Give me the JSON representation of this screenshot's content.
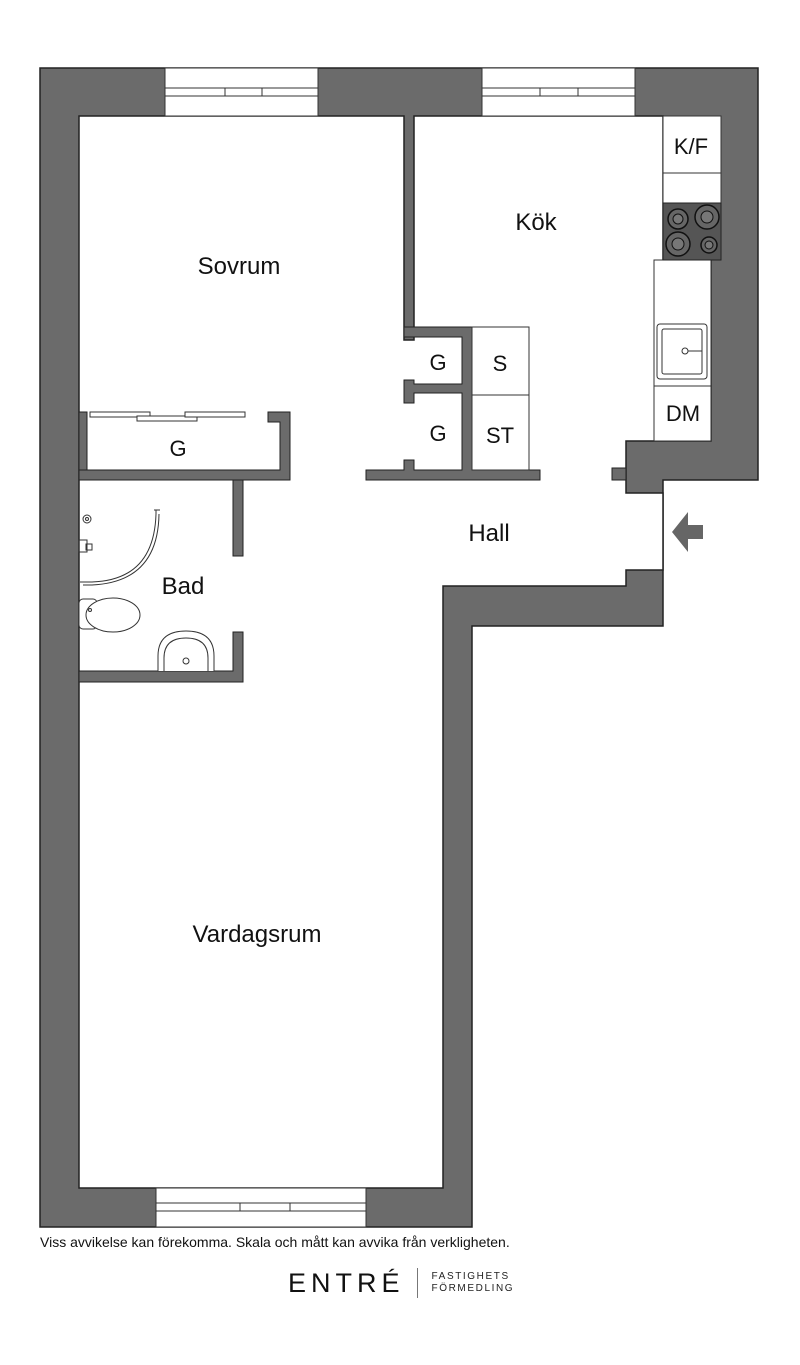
{
  "rooms": {
    "sovrum": "Sovrum",
    "kok": "Kök",
    "hall": "Hall",
    "bad": "Bad",
    "vardagsrum": "Vardagsrum",
    "garderob_sovrum": "G",
    "garderob_hall_top": "G",
    "garderob_hall_bottom": "G",
    "skap_s": "S",
    "skap_st": "ST",
    "kyl_frys": "K/F",
    "diskmaskin": "DM"
  },
  "icons": {
    "entrance": "entrance-arrow-icon"
  },
  "colors": {
    "wall": "#6b6b6b",
    "wall_stroke": "#222222",
    "floor": "#ffffff"
  },
  "footer": {
    "disclaimer": "Viss avvikelse kan förekomma. Skala och mått kan avvika från verkligheten.",
    "brand": "ENTRÉ",
    "brand_sub_1": "FASTIGHETS",
    "brand_sub_2": "FÖRMEDLING"
  }
}
